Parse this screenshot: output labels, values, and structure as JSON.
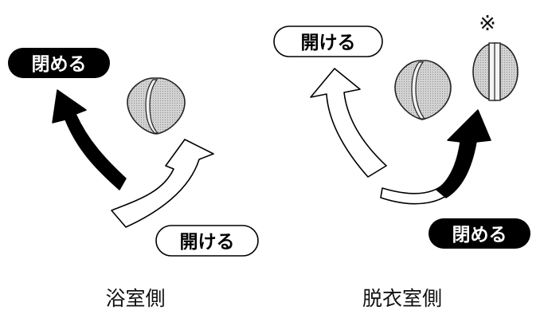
{
  "left_panel": {
    "close_label": "閉める",
    "open_label": "開ける",
    "side_caption": "浴室側"
  },
  "right_panel": {
    "open_label": "開ける",
    "close_label": "閉める",
    "side_caption": "脱衣室側",
    "note_mark": "※"
  },
  "colors": {
    "filled_label_bg": "#000000",
    "filled_label_text": "#ffffff",
    "outline_label_bg": "#ffffff",
    "knob_fill": "#c9c9c9",
    "knob_stroke": "#333333"
  }
}
